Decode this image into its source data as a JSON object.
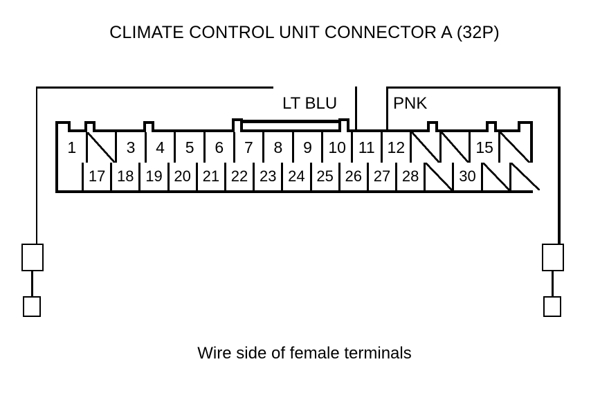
{
  "title": "CLIMATE CONTROL UNIT CONNECTOR A (32P)",
  "caption": "Wire side of female terminals",
  "connector": {
    "name": "CONNECTOR A",
    "pin_count": "32P",
    "view": "Wire side of female terminals"
  },
  "wire_labels": [
    {
      "name": "lt-blu",
      "text": "LT BLU",
      "pins": "7-11"
    },
    {
      "name": "pnk",
      "text": "PNK",
      "pins": "12"
    }
  ],
  "terminals": {
    "top_row": [
      {
        "label": "1",
        "unused": false
      },
      {
        "label": "",
        "unused": true
      },
      {
        "label": "3",
        "unused": false
      },
      {
        "label": "4",
        "unused": false
      },
      {
        "label": "5",
        "unused": false
      },
      {
        "label": "6",
        "unused": false
      },
      {
        "label": "7",
        "unused": false
      },
      {
        "label": "8",
        "unused": false
      },
      {
        "label": "9",
        "unused": false
      },
      {
        "label": "10",
        "unused": false
      },
      {
        "label": "11",
        "unused": false
      },
      {
        "label": "12",
        "unused": false
      },
      {
        "label": "",
        "unused": true
      },
      {
        "label": "",
        "unused": true
      },
      {
        "label": "15",
        "unused": false
      },
      {
        "label": "",
        "unused": true
      }
    ],
    "bottom_row": [
      {
        "label": "",
        "unused": false,
        "blank_lead": true
      },
      {
        "label": "17",
        "unused": false
      },
      {
        "label": "18",
        "unused": false
      },
      {
        "label": "19",
        "unused": false
      },
      {
        "label": "20",
        "unused": false
      },
      {
        "label": "21",
        "unused": false
      },
      {
        "label": "22",
        "unused": false
      },
      {
        "label": "23",
        "unused": false
      },
      {
        "label": "24",
        "unused": false
      },
      {
        "label": "25",
        "unused": false
      },
      {
        "label": "26",
        "unused": false
      },
      {
        "label": "27",
        "unused": false
      },
      {
        "label": "28",
        "unused": false
      },
      {
        "label": "",
        "unused": true
      },
      {
        "label": "30",
        "unused": false
      },
      {
        "label": "",
        "unused": true
      },
      {
        "label": "",
        "unused": true
      }
    ]
  },
  "colors": {
    "line": "#000000",
    "background": "#ffffff"
  }
}
